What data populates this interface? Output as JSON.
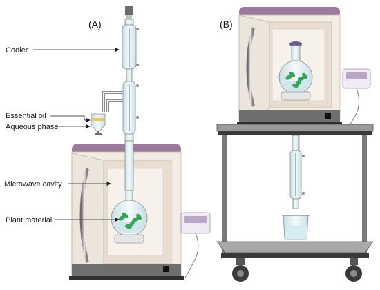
{
  "panels": {
    "a": {
      "label": "(A)"
    },
    "b": {
      "label": "(B)"
    }
  },
  "labels": {
    "cooler": "Cooler",
    "essential_oil": "Essential oil",
    "aqueous_phase": "Aqueous phase",
    "microwave_cavity": "Microwave cavity",
    "plant_material": "Plant material"
  },
  "colors": {
    "oven_top": "#9c7a9b",
    "oven_body": "#f2ece4",
    "oven_cavity": "#e8ddd0",
    "oven_base": "#6f6f6f",
    "door_handle": "#9a9a9a",
    "glass": "#dfeff3",
    "leaf": "#3aa35a",
    "table_top": "#9a9a9a",
    "table_leg": "#7a7a7a",
    "display_screen": "#b9a6c9"
  },
  "icons": {
    "plant": "leaf-icon",
    "flask": "round-bottom-flask-icon",
    "condenser": "condenser-icon",
    "separator": "separatory-funnel-icon",
    "beaker": "beaker-icon",
    "caster": "wheel-icon"
  }
}
